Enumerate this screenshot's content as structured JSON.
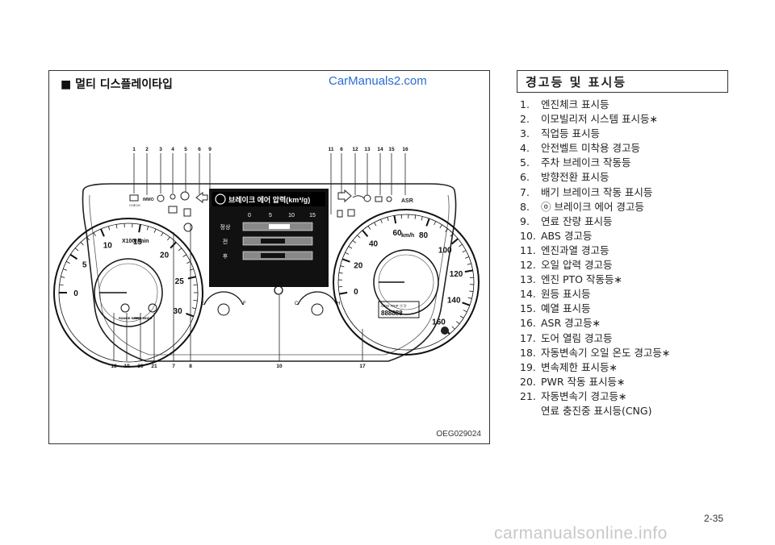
{
  "figure": {
    "title": "■ 멀티 디스플레이타입",
    "watermark": "CarManuals2.com",
    "code": "OEG029024",
    "callouts_top_left": [
      "1",
      "2",
      "3",
      "4",
      "5",
      "6",
      "9"
    ],
    "callouts_top_right": [
      "11",
      "6",
      "12",
      "13",
      "14",
      "15",
      "16"
    ],
    "callouts_bottom": [
      "18",
      "19",
      "20",
      "21",
      "7",
      "8",
      "10",
      "17"
    ],
    "tacho_ticks": [
      "0",
      "5",
      "10",
      "15",
      "20",
      "25",
      "30"
    ],
    "tacho_unit": "X100r/min",
    "speedo_ticks": [
      "0",
      "20",
      "40",
      "60",
      "80",
      "100",
      "120",
      "140",
      "160"
    ],
    "speedo_unit": "km/h",
    "odo_label": "ODO TRIP ⓐⓑ",
    "odo_value": "888888",
    "display_title": "브레이크 에어 압력(km³/g)",
    "display_scale": [
      "0",
      "5",
      "10",
      "15"
    ],
    "display_rows": [
      "정상",
      "전",
      "후"
    ],
    "fuel_marks": [
      "E",
      "F"
    ],
    "temp_marks": [
      "C",
      "H"
    ],
    "small_labels": [
      "CHECK",
      "IMMO",
      "ASR",
      "RANGE SHIFT",
      "PWR MODE"
    ]
  },
  "legend": {
    "header": "경고등 및 표시등",
    "items": [
      {
        "num": "1.",
        "text": "엔진체크 표시등"
      },
      {
        "num": "2.",
        "text": "이모빌리저 시스템 표시등∗"
      },
      {
        "num": "3.",
        "text": "직업등 표시등"
      },
      {
        "num": "4.",
        "text": "안전벨트 미착용 경고등"
      },
      {
        "num": "5.",
        "text": "주차 브레이크 작동등"
      },
      {
        "num": "6.",
        "text": "방향전환 표시등"
      },
      {
        "num": "7.",
        "text": "배기 브레이크 작동 표시등"
      },
      {
        "num": "8.",
        "text": "ⓞ 브레이크 에어 경고등"
      },
      {
        "num": "9.",
        "text": "연료 잔량 표시등"
      },
      {
        "num": "10.",
        "text": "ABS 경고등"
      },
      {
        "num": "11.",
        "text": "엔진과열 경고등"
      },
      {
        "num": "12.",
        "text": "오일 압력 경고등"
      },
      {
        "num": "13.",
        "text": "엔진 PTO 작동등∗"
      },
      {
        "num": "14.",
        "text": "원등 표시등"
      },
      {
        "num": "15.",
        "text": "예열 표시등"
      },
      {
        "num": "16.",
        "text": "ASR 경고등∗"
      },
      {
        "num": "17.",
        "text": "도어 열림 경고등"
      },
      {
        "num": "18.",
        "text": "자동변속기 오일 온도 경고등∗"
      },
      {
        "num": "19.",
        "text": "변속제한 표시등∗"
      },
      {
        "num": "20.",
        "text": "PWR 작동 표시등∗"
      },
      {
        "num": "21.",
        "text": "자동변속기 경고등∗"
      }
    ],
    "last_sub": "연료 충진중 표시등(CNG)"
  },
  "page_number": "2-35",
  "footer_watermark": "carmanualsonline.info"
}
